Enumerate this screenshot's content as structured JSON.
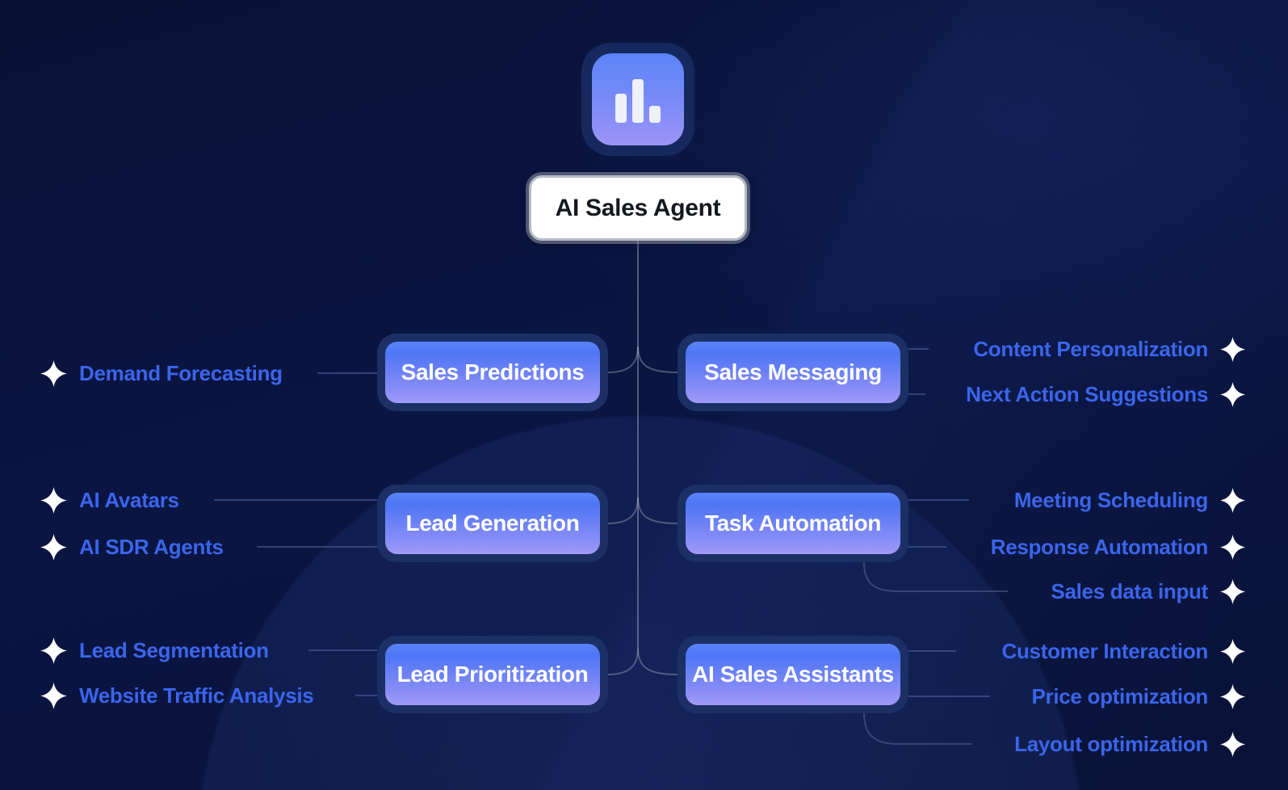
{
  "title_node": {
    "label": "AI Sales Agent",
    "icon": "bar-chart-icon"
  },
  "colors": {
    "background": "#0a1442",
    "node_ring": "#1c3066",
    "node_gradient_top": "#5682f7",
    "node_gradient_bottom": "#9d97f8",
    "node_text": "#ffffff",
    "leaf_text": "#3b65ec",
    "sparkle": "#ffffff",
    "title_bg": "#ffffff",
    "title_text": "#15181e",
    "connector_spine": "#9aa4b6",
    "connector_leaf": "#5d77bb"
  },
  "branches": [
    {
      "label": "Sales Predictions",
      "side": "left",
      "children": [
        "Demand Forecasting"
      ]
    },
    {
      "label": "Lead Generation",
      "side": "left",
      "children": [
        "AI Avatars",
        "AI SDR Agents"
      ]
    },
    {
      "label": "Lead Prioritization",
      "side": "left",
      "children": [
        "Lead Segmentation",
        "Website Traffic Analysis"
      ]
    },
    {
      "label": "Sales Messaging",
      "side": "right",
      "children": [
        "Content Personalization",
        "Next Action Suggestions"
      ]
    },
    {
      "label": "Task Automation",
      "side": "right",
      "children": [
        "Meeting Scheduling",
        "Response Automation",
        "Sales data input"
      ]
    },
    {
      "label": "AI Sales Assistants",
      "side": "right",
      "children": [
        "Customer Interaction",
        "Price optimization",
        "Layout optimization"
      ]
    }
  ]
}
